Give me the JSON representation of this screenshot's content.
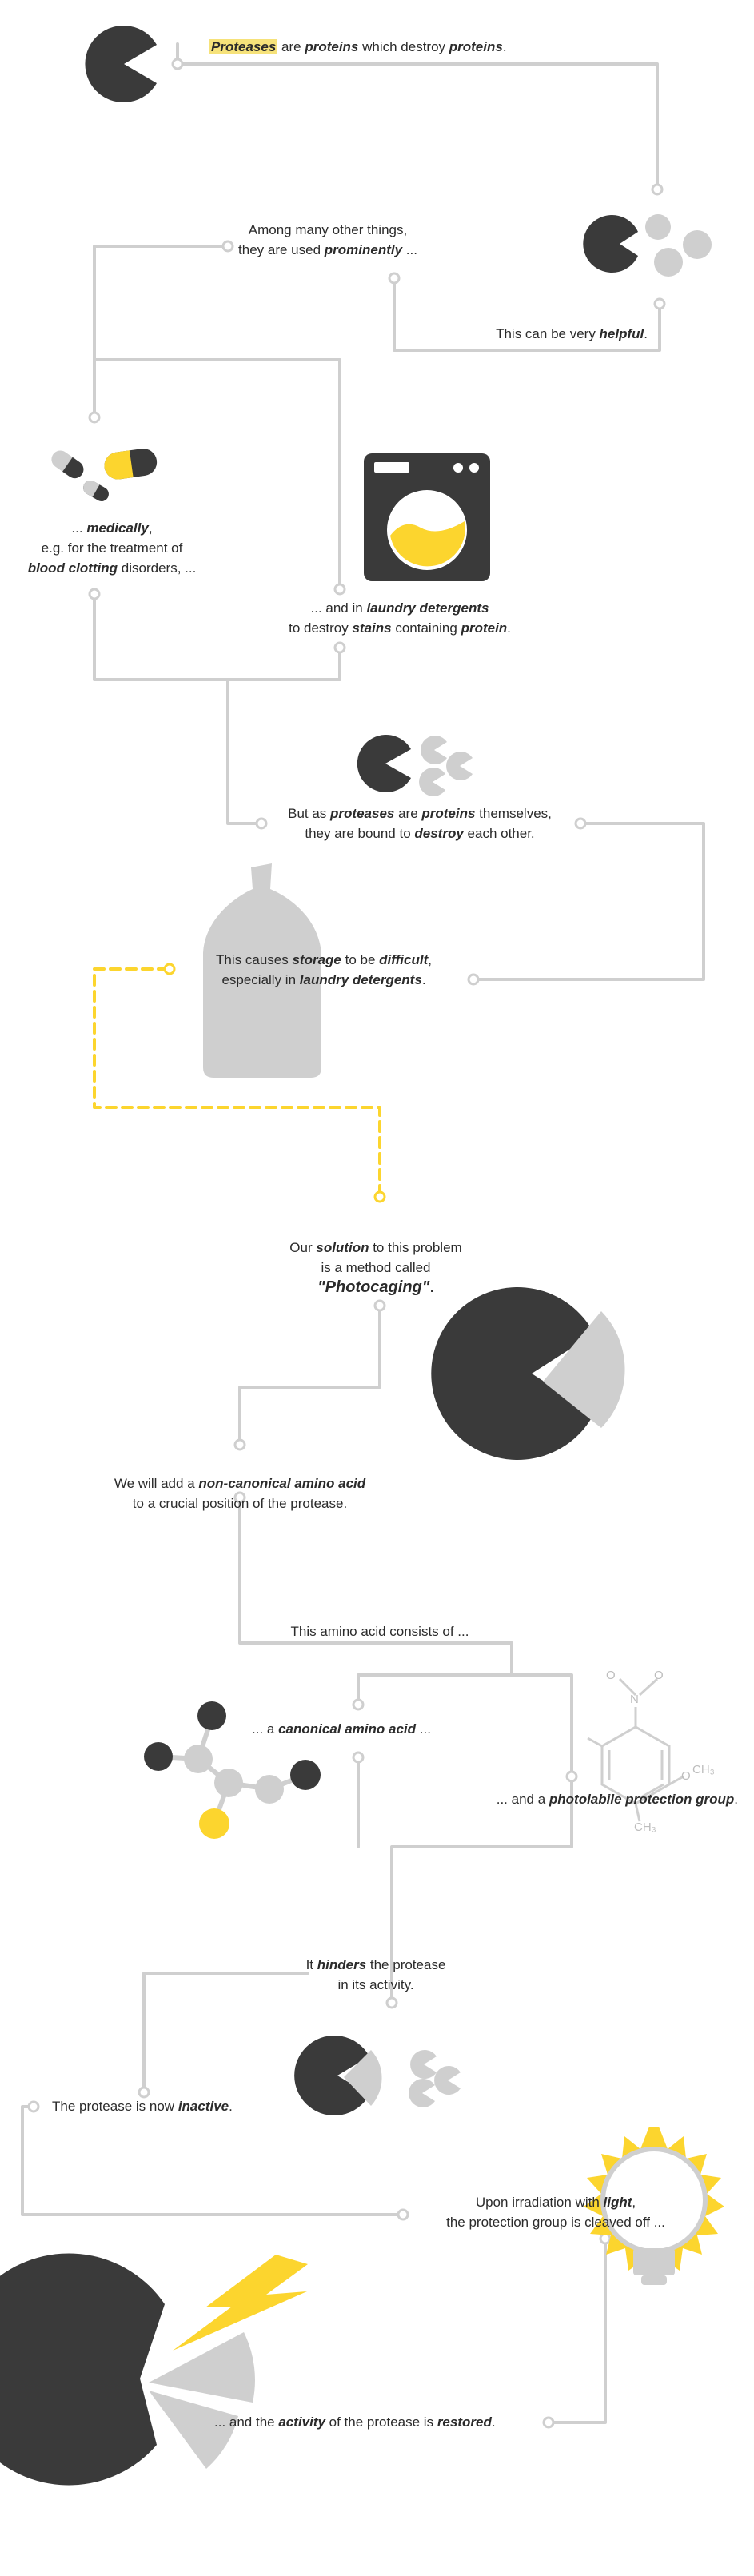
{
  "colors": {
    "dark": "#3a3a3a",
    "light": "#cfcfcf",
    "accent": "#fcd52e",
    "line": "#cfcfcf"
  },
  "steps": {
    "s1": {
      "k1": "Proteases",
      "t1": " are ",
      "k2": "proteins",
      "t2": " which destroy ",
      "k3": "proteins",
      "t3": "."
    },
    "s2": {
      "t1": "Among many other things,",
      "t2": "they are used ",
      "k1": "prominently",
      "t3": " ..."
    },
    "s3": {
      "t1": "This can be very ",
      "k1": "helpful",
      "t2": "."
    },
    "s4": {
      "t1": "... ",
      "k1": "medically",
      "t2": ",",
      "t3": "e.g. for the treatment of",
      "k2": "blood clotting",
      "t4": " disorders, ..."
    },
    "s5": {
      "t1": "... and in ",
      "k1": "laundry detergents",
      "t2": "to destroy ",
      "k2": "stains",
      "t3": " containing ",
      "k3": "protein",
      "t4": "."
    },
    "s6": {
      "t1": "But as ",
      "k1": "proteases",
      "t2": " are ",
      "k2": "proteins",
      "t3": " themselves,",
      "t4": "they are bound to ",
      "k3": "destroy",
      "t5": " each other."
    },
    "s7": {
      "t1": "This causes ",
      "k1": "storage",
      "t2": " to be ",
      "k2": "difficult",
      "t3": ",",
      "t4": "especially in ",
      "k3": "laundry detergents",
      "t5": "."
    },
    "s8": {
      "t1": "Our ",
      "k1": "solution",
      "t2": " to this problem",
      "t3": "is a method called",
      "k2": "\"Photocaging\"",
      "t4": "."
    },
    "s9": {
      "t1": "We will add a ",
      "k1": "non-canonical amino acid",
      "t2": "to a crucial position of the protease."
    },
    "s10": {
      "t1": "This amino acid consists of ..."
    },
    "s11": {
      "t1": "... a ",
      "k1": "canonical amino acid",
      "t2": " ..."
    },
    "s12": {
      "t1": "... and a ",
      "k1": "photolabile protection group",
      "t2": "."
    },
    "s13": {
      "t1": "It ",
      "k1": "hinders",
      "t2": " the protease",
      "t3": "in its activity."
    },
    "s14": {
      "t1": "The protease is now ",
      "k1": "inactive",
      "t2": "."
    },
    "s15": {
      "t1": "Upon irradiation with ",
      "k1": "light",
      "t2": ",",
      "t3": "the protection group is cleaved off ..."
    },
    "s16": {
      "t1": "... and the ",
      "k1": "activity",
      "t2": " of the protease is ",
      "k2": "restored",
      "t3": "."
    }
  },
  "chem": {
    "n_label": "N",
    "o_label": "O",
    "o_minus": "O⁻",
    "ch3": "CH₃",
    "o_me": "O"
  },
  "icons": [
    "pacman-icon",
    "pacman-eating-icon",
    "pills-icon",
    "washing-machine-icon",
    "pacmen-destroy-icon",
    "detergent-bottle-icon",
    "pie-protease-icon",
    "amino-acid-molecule-icon",
    "nitro-methoxy-ring-icon",
    "inactive-protease-icon",
    "light-bulb-icon",
    "restored-protease-icon"
  ]
}
